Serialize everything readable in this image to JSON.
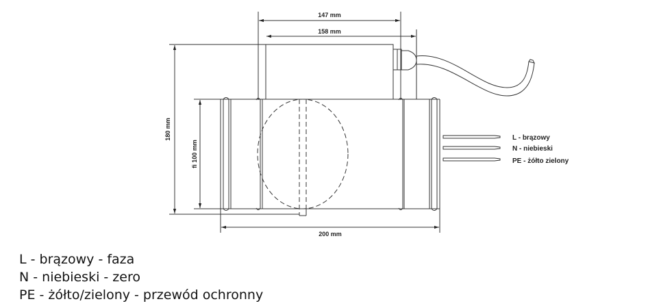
{
  "dimensions": {
    "width_147": "147 mm",
    "width_158": "158 mm",
    "height_180": "180 mm",
    "diameter": "fi 100 mm",
    "length_200": "200 mm"
  },
  "wire_labels": [
    "L - brązowy",
    "N - niebieski",
    "PE - żółto zielony"
  ],
  "legend": [
    "L - brązowy - faza",
    "N - niebieski - zero",
    "PE - żółto/zielony - przewód ochronny"
  ]
}
